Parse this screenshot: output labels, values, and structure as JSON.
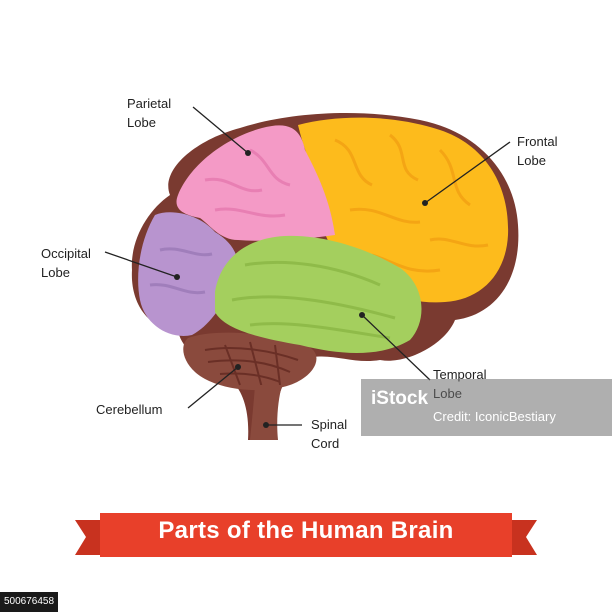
{
  "labels": {
    "parietal": "Parietal\nLobe",
    "frontal": "Frontal\nLobe",
    "occipital": "Occipital\nLobe",
    "temporal": "Temporal\nLobe",
    "cerebellum": "Cerebellum",
    "spinal": "Spinal\nCord"
  },
  "banner": {
    "title": "Parts of  the Human Brain"
  },
  "watermark": {
    "brand": "iStock",
    "credit": "Credit: IconicBestiary"
  },
  "stock_id": "500676458",
  "colors": {
    "outline": "#7a3a30",
    "frontal": "#fdbb1c",
    "parietal": "#f49ac6",
    "occipital": "#b894cf",
    "temporal": "#a4cf5e",
    "cerebellum": "#8a4a3d",
    "banner": "#e8402a"
  }
}
